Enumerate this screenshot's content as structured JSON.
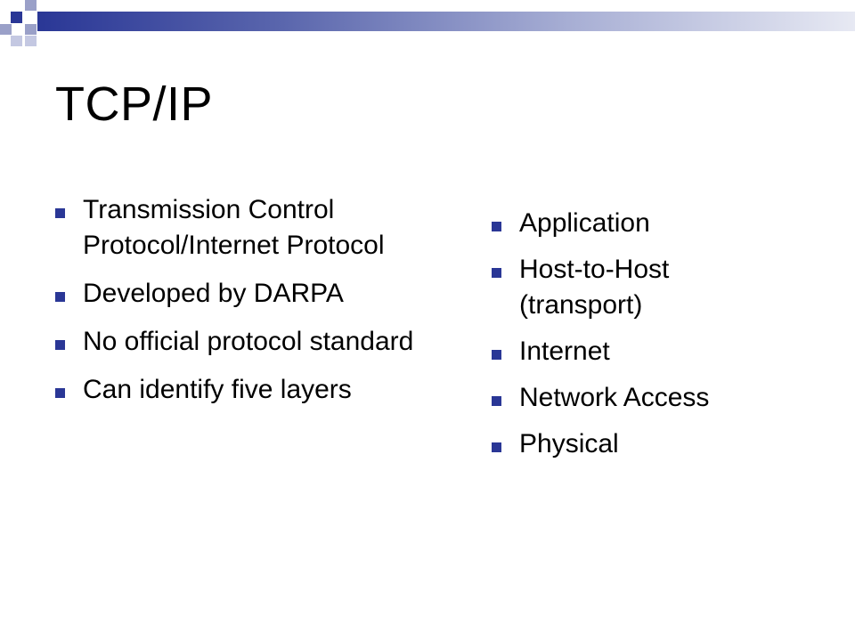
{
  "slide": {
    "title": "TCP/IP",
    "accent_color": "#2a3796",
    "left_bullets": [
      "Transmission Control Protocol/Internet Protocol",
      "Developed by DARPA",
      "No official protocol standard",
      "Can identify five layers"
    ],
    "right_bullets": [
      "Application",
      "Host-to-Host (transport)",
      "Internet",
      "Network Access",
      "Physical"
    ]
  }
}
